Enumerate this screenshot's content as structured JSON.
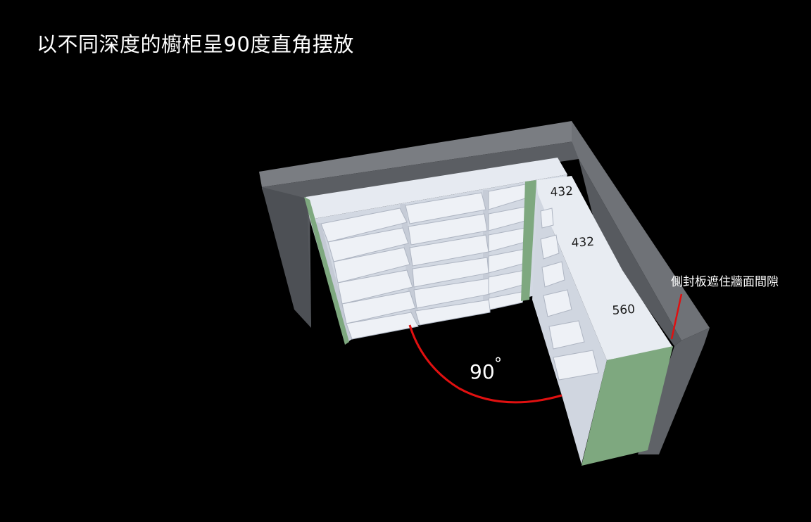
{
  "title": "以不同深度的櫥柜呈90度直角摆放",
  "labels": {
    "depth_top": "432",
    "depth_mid": "432",
    "depth_bottom": "560",
    "angle": "90",
    "degree_symbol": "°",
    "side_panel_note": "側封板遮住牆面間隙"
  },
  "colors": {
    "background": "#000000",
    "wall": "#5e6166",
    "wall_top": "#75787d",
    "cabinet": "#dfe4ed",
    "cabinet_shadow": "#b7bdc9",
    "side_panel": "#7ea87f",
    "angle_arc": "#e01010",
    "pointer_line": "#e01010"
  }
}
